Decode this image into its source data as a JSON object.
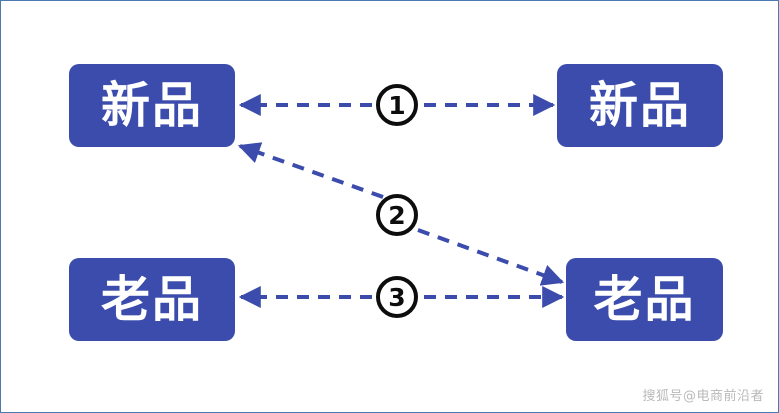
{
  "diagram": {
    "title": "new-product-old-product-relationship",
    "colors": {
      "box_fill": "#3b4cad",
      "box_text": "#ffffff",
      "edge": "#3b4cad",
      "marker_outline": "#0d0d0d",
      "background": "#ffffff",
      "frame": "#4a7ab0",
      "watermark": "#b9b9b9"
    },
    "nodes": [
      {
        "id": "new-left",
        "label": "新品"
      },
      {
        "id": "new-right",
        "label": "新品"
      },
      {
        "id": "old-left",
        "label": "老品"
      },
      {
        "id": "old-right",
        "label": "老品"
      }
    ],
    "edges": [
      {
        "id": "edge-1",
        "marker": "①",
        "number": "1",
        "from": "new-left",
        "to": "new-right",
        "style": "dashed",
        "arrows": "both",
        "orientation": "horizontal"
      },
      {
        "id": "edge-2",
        "marker": "②",
        "number": "2",
        "from": "old-right",
        "to": "new-left",
        "style": "dashed",
        "arrows": "both",
        "orientation": "diagonal"
      },
      {
        "id": "edge-3",
        "marker": "③",
        "number": "3",
        "from": "old-left",
        "to": "old-right",
        "style": "dashed",
        "arrows": "both",
        "orientation": "horizontal"
      }
    ]
  },
  "watermark": {
    "text": "搜狐号@电商前沿者"
  }
}
